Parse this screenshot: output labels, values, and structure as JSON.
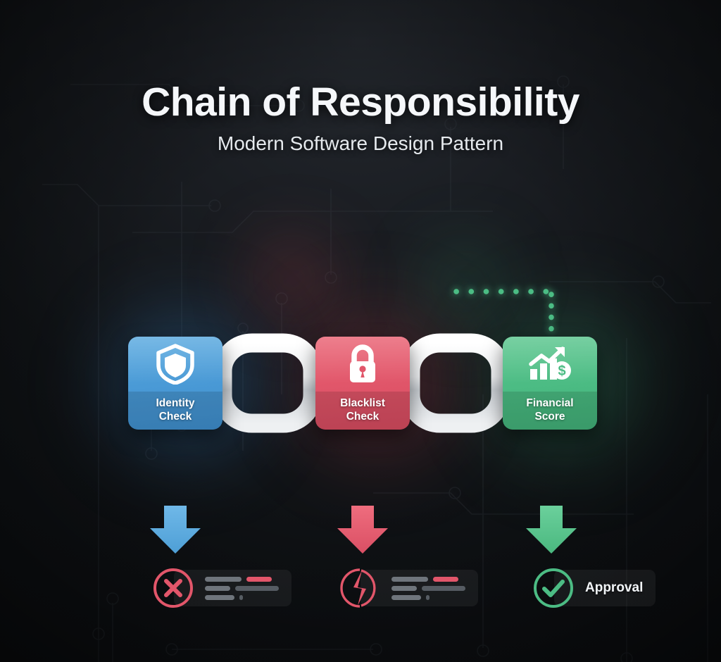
{
  "header": {
    "title": "Chain of Responsibility",
    "subtitle": "Modern Software Design Pattern"
  },
  "colors": {
    "blue": "#4a9ad6",
    "red": "#e1566a",
    "green": "#4cbc84",
    "background": "#14171b",
    "chain": "#e8eaec",
    "card_text": "#ffffff"
  },
  "chain": {
    "cards": [
      {
        "id": "identity-check",
        "label_line1": "Identity",
        "label_line2": "Check",
        "icon": "shield-icon",
        "color": "#4a9ad6"
      },
      {
        "id": "blacklist-check",
        "label_line1": "Blacklist",
        "label_line2": "Check",
        "icon": "lock-icon",
        "color": "#e1566a"
      },
      {
        "id": "financial-score",
        "label_line1": "Financial",
        "label_line2": "Score",
        "icon": "chart-dollar-icon",
        "color": "#4cbc84"
      }
    ],
    "links": [
      {
        "id": "link-1",
        "icon": "chain-link-icon"
      },
      {
        "id": "link-2",
        "icon": "chain-link-icon"
      }
    ]
  },
  "results": [
    {
      "id": "result-reject",
      "icon": "x-circle-icon",
      "icon_color": "#e2566a",
      "text": "",
      "placeholder_lines": true
    },
    {
      "id": "result-broken",
      "icon": "broken-circle-icon",
      "icon_color": "#e2566a",
      "text": "",
      "placeholder_lines": true
    },
    {
      "id": "result-approval",
      "icon": "check-circle-icon",
      "icon_color": "#4cbc84",
      "text": "Approval",
      "placeholder_lines": false
    }
  ],
  "arrows": [
    {
      "id": "arrow-blue",
      "color": "#5aaae0"
    },
    {
      "id": "arrow-red",
      "color": "#e2566a"
    },
    {
      "id": "arrow-green",
      "color": "#57c08c"
    }
  ],
  "routing": {
    "description": "Dotted signal paths connecting handlers",
    "paths": [
      {
        "id": "path-blue-in",
        "color": "#4a9ad6"
      },
      {
        "id": "path-red-in",
        "color": "#e1566a"
      },
      {
        "id": "path-green-in",
        "color": "#4cbc84"
      }
    ]
  }
}
